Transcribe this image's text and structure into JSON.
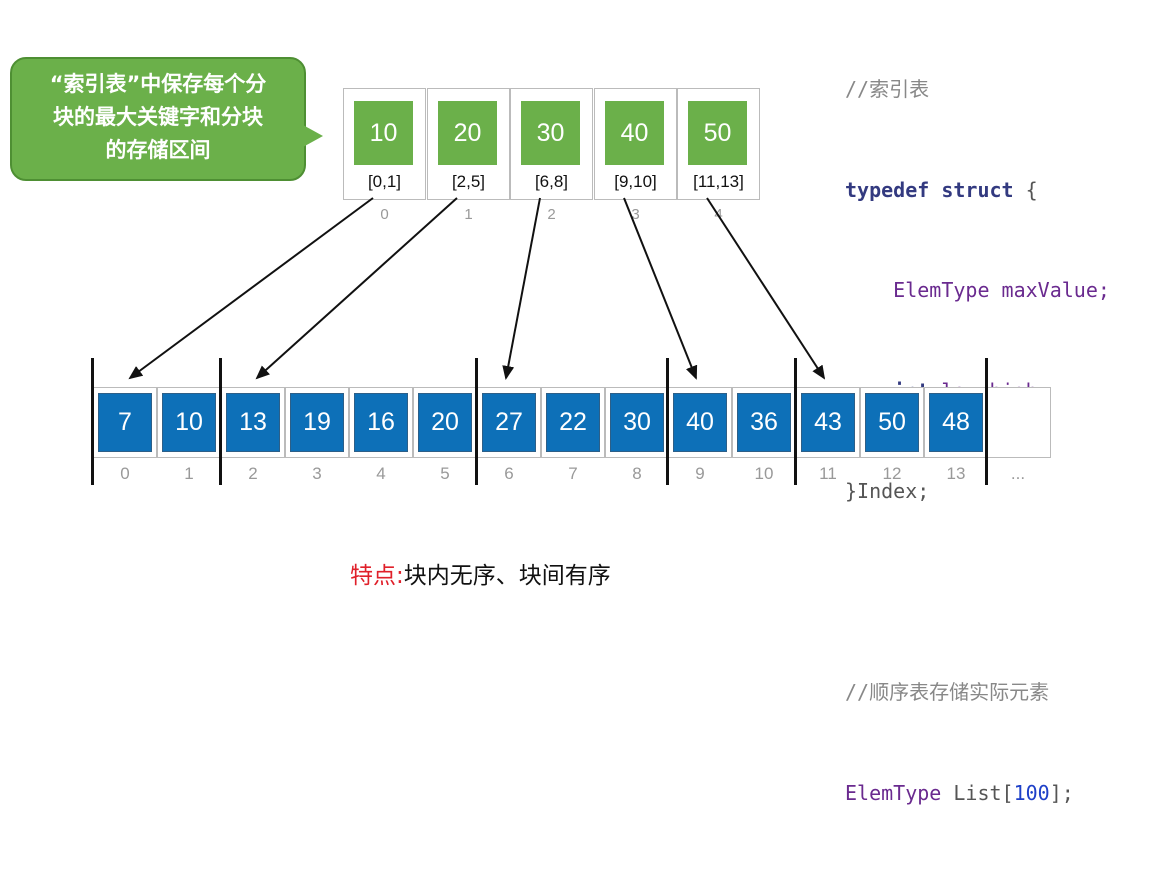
{
  "bubble": {
    "lines": [
      "“索引表”中保存每个分",
      "块的最大关键字和分块",
      "的存储区间"
    ]
  },
  "code": {
    "comment1": "//索引表",
    "kw_typedef": "typedef",
    "kw_struct": "struct",
    "brace_open": "{",
    "field1_type": "ElemType",
    "field1_name": "maxValue;",
    "field2_type": "int",
    "field2_name": "low,high;",
    "close": "}Index;",
    "comment2": "//顺序表存储实际元素",
    "list_type": "ElemType",
    "list_name": "List[",
    "list_size": "100",
    "list_end": "];"
  },
  "index_table": [
    {
      "max": "10",
      "range": "[0,1]",
      "idx": "0"
    },
    {
      "max": "20",
      "range": "[2,5]",
      "idx": "1"
    },
    {
      "max": "30",
      "range": "[6,8]",
      "idx": "2"
    },
    {
      "max": "40",
      "range": "[9,10]",
      "idx": "3"
    },
    {
      "max": "50",
      "range": "[11,13]",
      "idx": "4"
    }
  ],
  "array": [
    {
      "value": "7",
      "idx": "0"
    },
    {
      "value": "10",
      "idx": "1"
    },
    {
      "value": "13",
      "idx": "2"
    },
    {
      "value": "19",
      "idx": "3"
    },
    {
      "value": "16",
      "idx": "4"
    },
    {
      "value": "20",
      "idx": "5"
    },
    {
      "value": "27",
      "idx": "6"
    },
    {
      "value": "22",
      "idx": "7"
    },
    {
      "value": "30",
      "idx": "8"
    },
    {
      "value": "40",
      "idx": "9"
    },
    {
      "value": "36",
      "idx": "10"
    },
    {
      "value": "43",
      "idx": "11"
    },
    {
      "value": "50",
      "idx": "12"
    },
    {
      "value": "48",
      "idx": "13"
    }
  ],
  "array_ellipsis": "...",
  "block_starts": [
    0,
    2,
    6,
    9,
    11
  ],
  "feature": {
    "label": "特点:",
    "text": "块内无序、块间有序"
  },
  "colors": {
    "index_green": "#6bb04a",
    "array_blue": "#0d70b8",
    "feature_red": "#e0202a"
  }
}
